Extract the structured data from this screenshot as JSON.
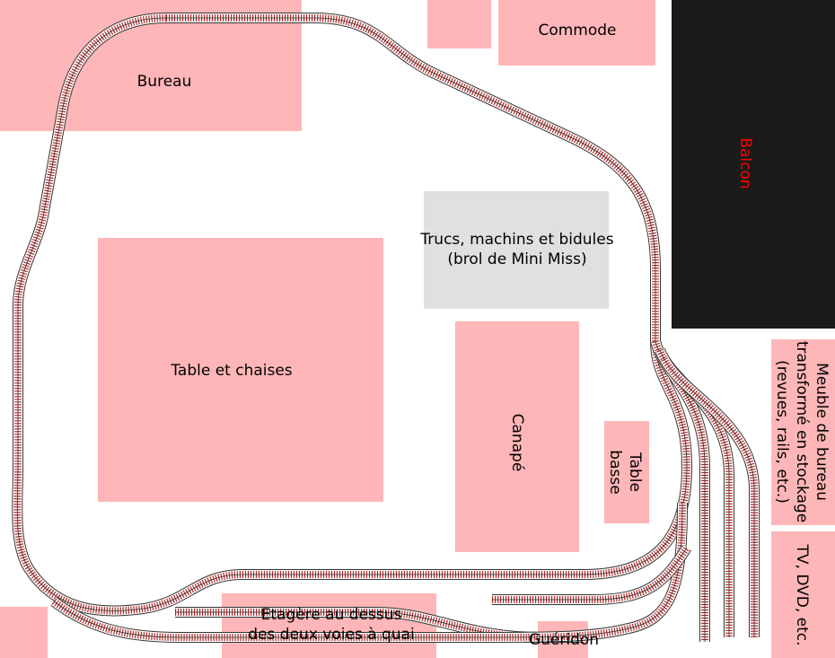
{
  "rooms": {
    "bureau": "Bureau",
    "commode": "Commode",
    "balcon": "Balcon",
    "trucs_line1": "Trucs, machins et bidules",
    "trucs_line2": "(brol de Mini Miss)",
    "table": "Table et chaises",
    "canape": "Canapé",
    "table_basse_line1": "Table",
    "table_basse_line2": "basse",
    "meuble_line1": "Meuble de bureau",
    "meuble_line2": "transformé en stockage",
    "meuble_line3": "(revues, rails, etc.)",
    "tv": "TV, DVD, etc.",
    "etagere_line1": "Etagère au dessus",
    "etagere_line2": "des deux voies à quai",
    "gueridon": "Guéridon"
  },
  "colors": {
    "furniture": "#ffb6b8",
    "unknown_zone": "#e0e0e0",
    "balcony": "#1a1a1a",
    "balcony_text": "#ff0000",
    "rail_tie": "#b22222",
    "rail_edge": "#333333"
  }
}
